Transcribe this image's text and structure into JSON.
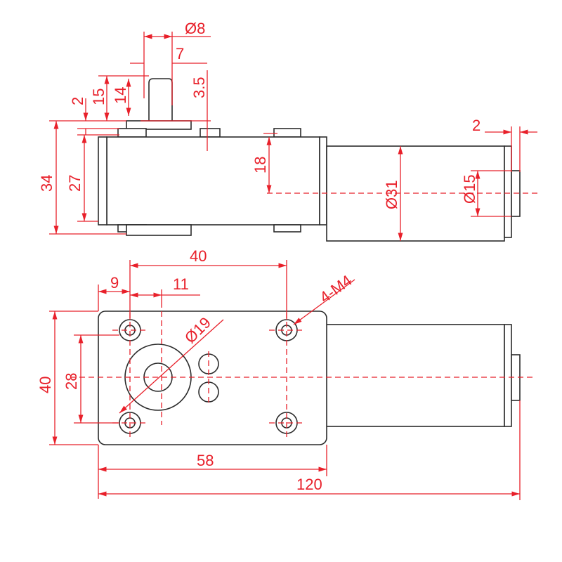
{
  "colors": {
    "dimension": "#e8202a",
    "outline": "#2b2b2b"
  },
  "side_view": {
    "shaft_diameter": "Ø8",
    "shaft_flat": "7",
    "shaft_offset": "3.5",
    "shaft_length_total": "15",
    "shaft_length": "14",
    "plate_thickness": "2",
    "gearbox_height_total": "34",
    "gearbox_height": "27",
    "axis_offset": "18",
    "motor_diameter": "Ø31",
    "boss_diameter": "Ø15",
    "boss_length": "2"
  },
  "front_view": {
    "hole_spacing_x": "40",
    "edge_to_hole": "9",
    "hole_to_shaft": "11",
    "boss_ring_diameter": "Ø19",
    "mount_holes": "4-M4",
    "plate_height": "40",
    "hole_spacing_y": "28",
    "plate_length": "58",
    "total_length": "120"
  }
}
